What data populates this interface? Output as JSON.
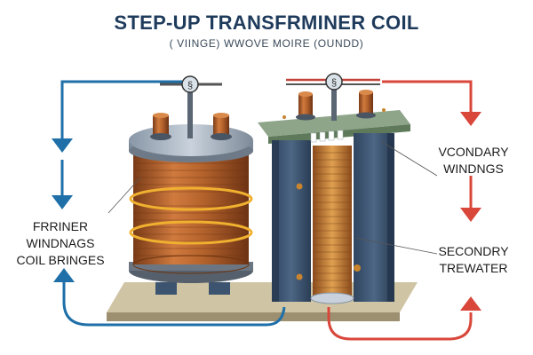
{
  "title": "STEP-UP TRANSFRMINER COIL",
  "subtitle": "( VIINGE) WWOVE MOIRE (OUNDD)",
  "labels": {
    "left": [
      "FRRINER",
      "WINDNAGS",
      "COIL BRINGES"
    ],
    "right_top": [
      "VCONDARY",
      "WINDNGS"
    ],
    "right_bottom": [
      "SECONDRY",
      "TREWATER"
    ]
  },
  "colors": {
    "title": "#1f3b5c",
    "primary_arrow": "#1f6fa8",
    "secondary_arrow": "#d9473b",
    "copper": "#b5632c",
    "core": "#3d5470",
    "base": "#b9ad8c"
  },
  "icons": [
    "primary-terminal-icon",
    "secondary-terminal-icon"
  ]
}
